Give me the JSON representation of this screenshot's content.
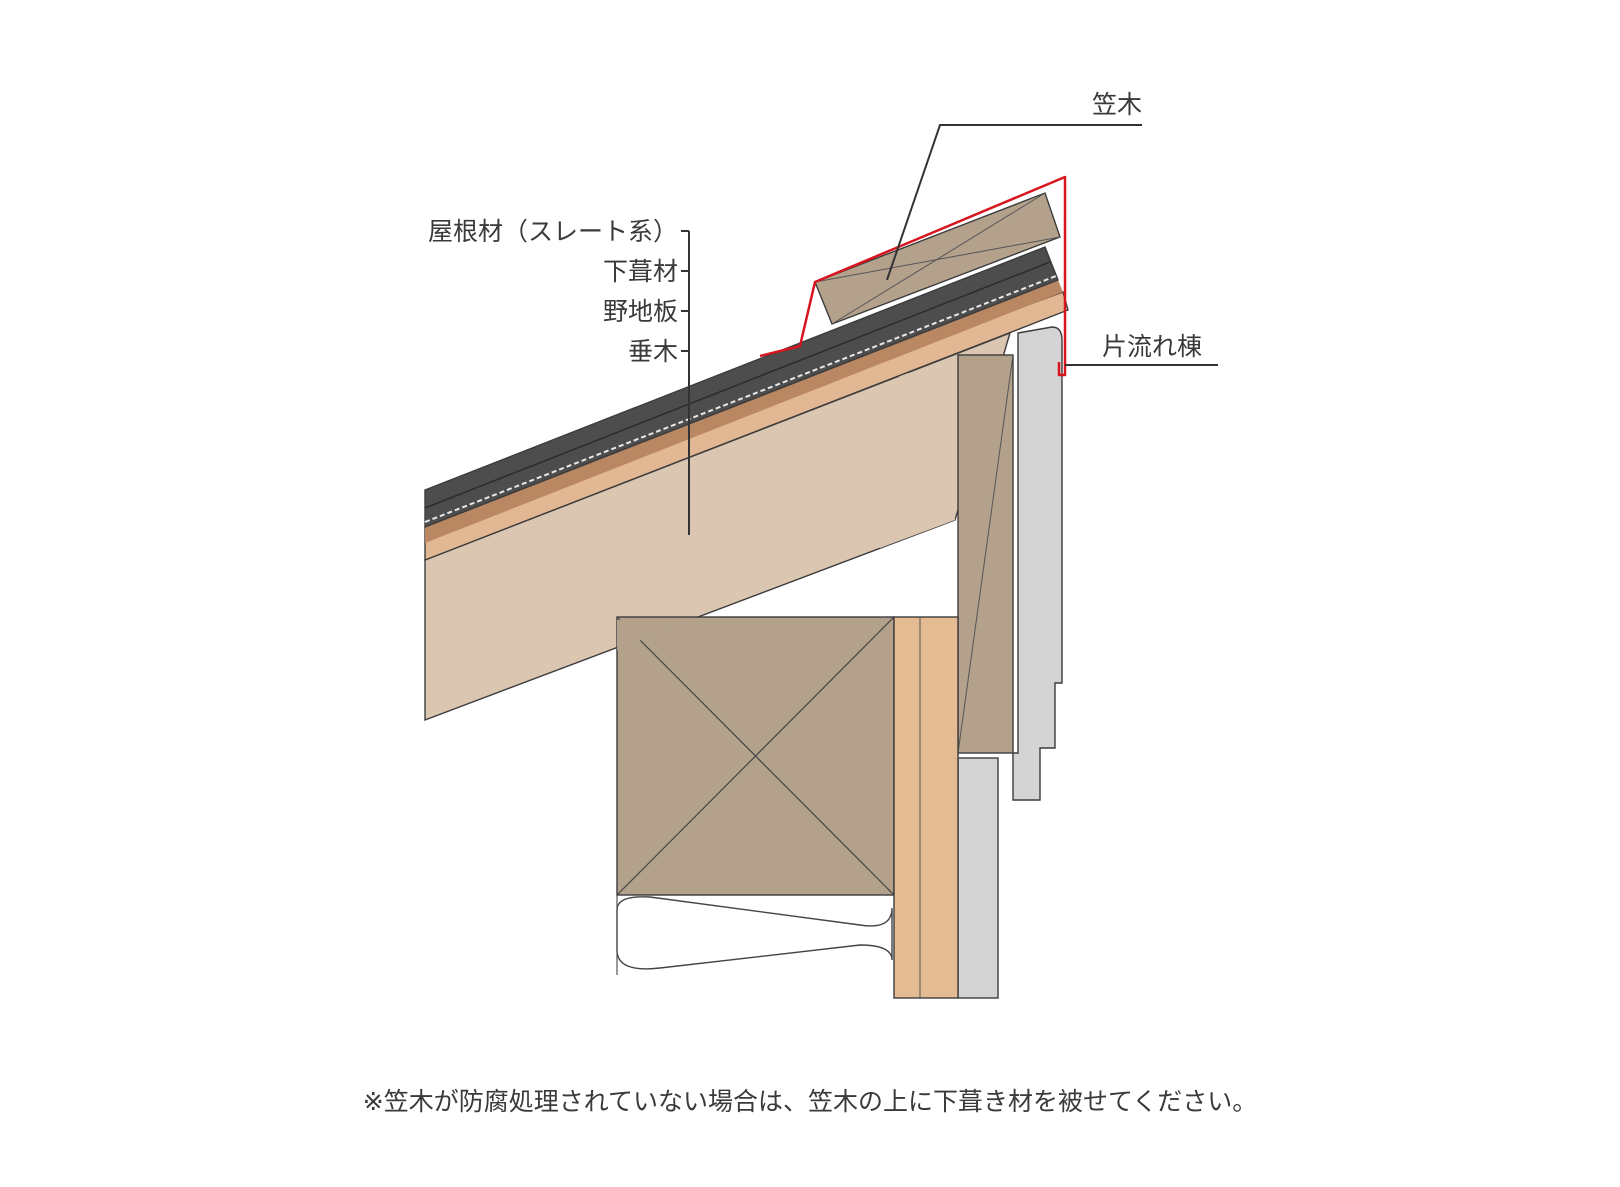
{
  "labels": {
    "kasagi": "笠木",
    "roofing": "屋根材（スレート系）",
    "underlay": "下葺材",
    "sheathing": "野地板",
    "rafter": "垂木",
    "ridge": "片流れ棟"
  },
  "note": "※笠木が防腐処理されていない場合は、笠木の上に下葺き材を被せてください。",
  "colors": {
    "rafter": "#dbc6b2",
    "sheathing_light": "#e2b894",
    "sheathing_dark": "#b98863",
    "roofing": "#4d4d4d",
    "timber": "#b3a18c",
    "stud": "#e5bb94",
    "siding": "#d4d4d4",
    "flashing": "#d8141e"
  }
}
